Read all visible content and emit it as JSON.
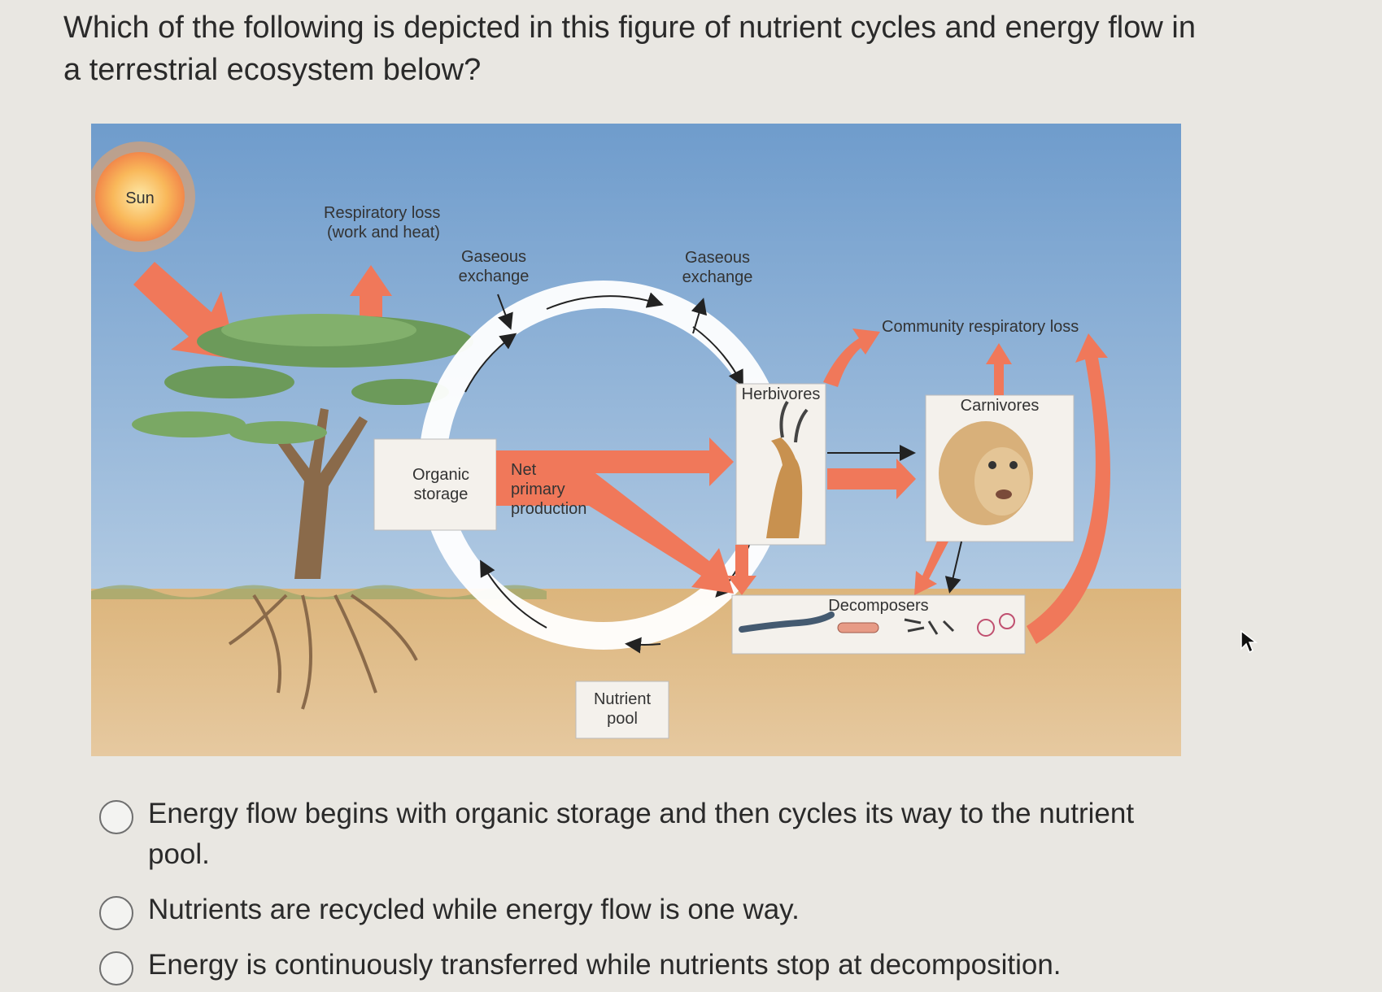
{
  "question": {
    "text": "Which of the following is depicted in this figure of nutrient cycles and energy flow in a terrestrial ecosystem below?"
  },
  "figure": {
    "labels": {
      "sun": "Sun",
      "respiratory_loss_1": "Respiratory loss",
      "respiratory_loss_2": "(work and heat)",
      "gaseous_exchange_left_1": "Gaseous",
      "gaseous_exchange_left_2": "exchange",
      "gaseous_exchange_right_1": "Gaseous",
      "gaseous_exchange_right_2": "exchange",
      "community_respiratory_loss": "Community respiratory loss",
      "herbivores": "Herbivores",
      "carnivores": "Carnivores",
      "organic_storage_1": "Organic",
      "organic_storage_2": "storage",
      "net_primary_production_1": "Net",
      "net_primary_production_2": "primary",
      "net_primary_production_3": "production",
      "decomposers": "Decomposers",
      "nutrient_pool_1": "Nutrient",
      "nutrient_pool_2": "pool"
    },
    "colors": {
      "sky": "#8fb4d6",
      "soil": "#d8b47c",
      "energy_arrow": "#f0785a",
      "cycle_ring": "#ffffff"
    }
  },
  "options": [
    {
      "text": "Energy flow begins with organic storage and then cycles its way to the nutrient pool."
    },
    {
      "text": "Nutrients are recycled while energy flow is one way."
    },
    {
      "text": "Energy is continuously transferred while nutrients stop at decomposition."
    }
  ]
}
